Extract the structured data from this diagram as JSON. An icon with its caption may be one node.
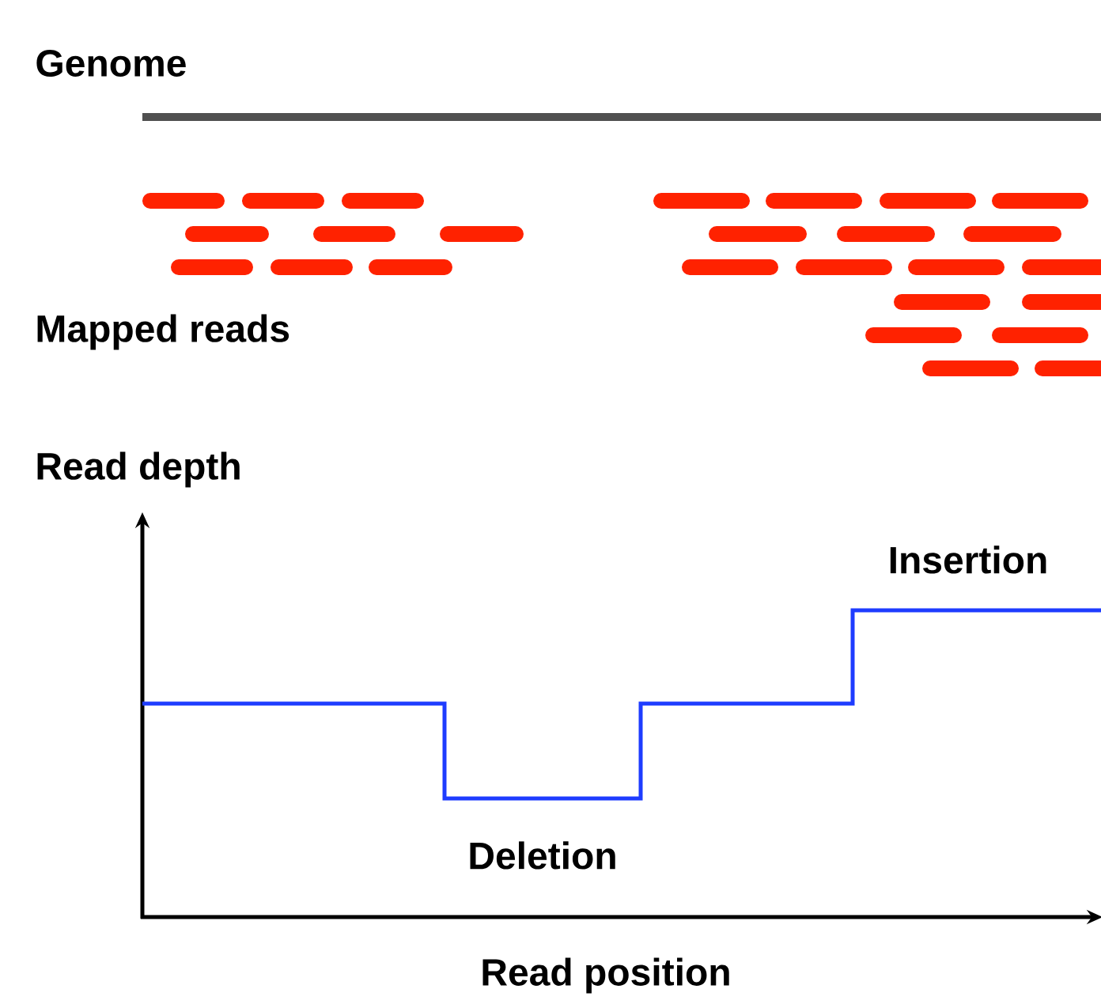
{
  "diagram": {
    "labels": [
      "Genome",
      "Mapped reads",
      "Read depth",
      "Insertion",
      "Deletion",
      "Read position"
    ]
  }
}
